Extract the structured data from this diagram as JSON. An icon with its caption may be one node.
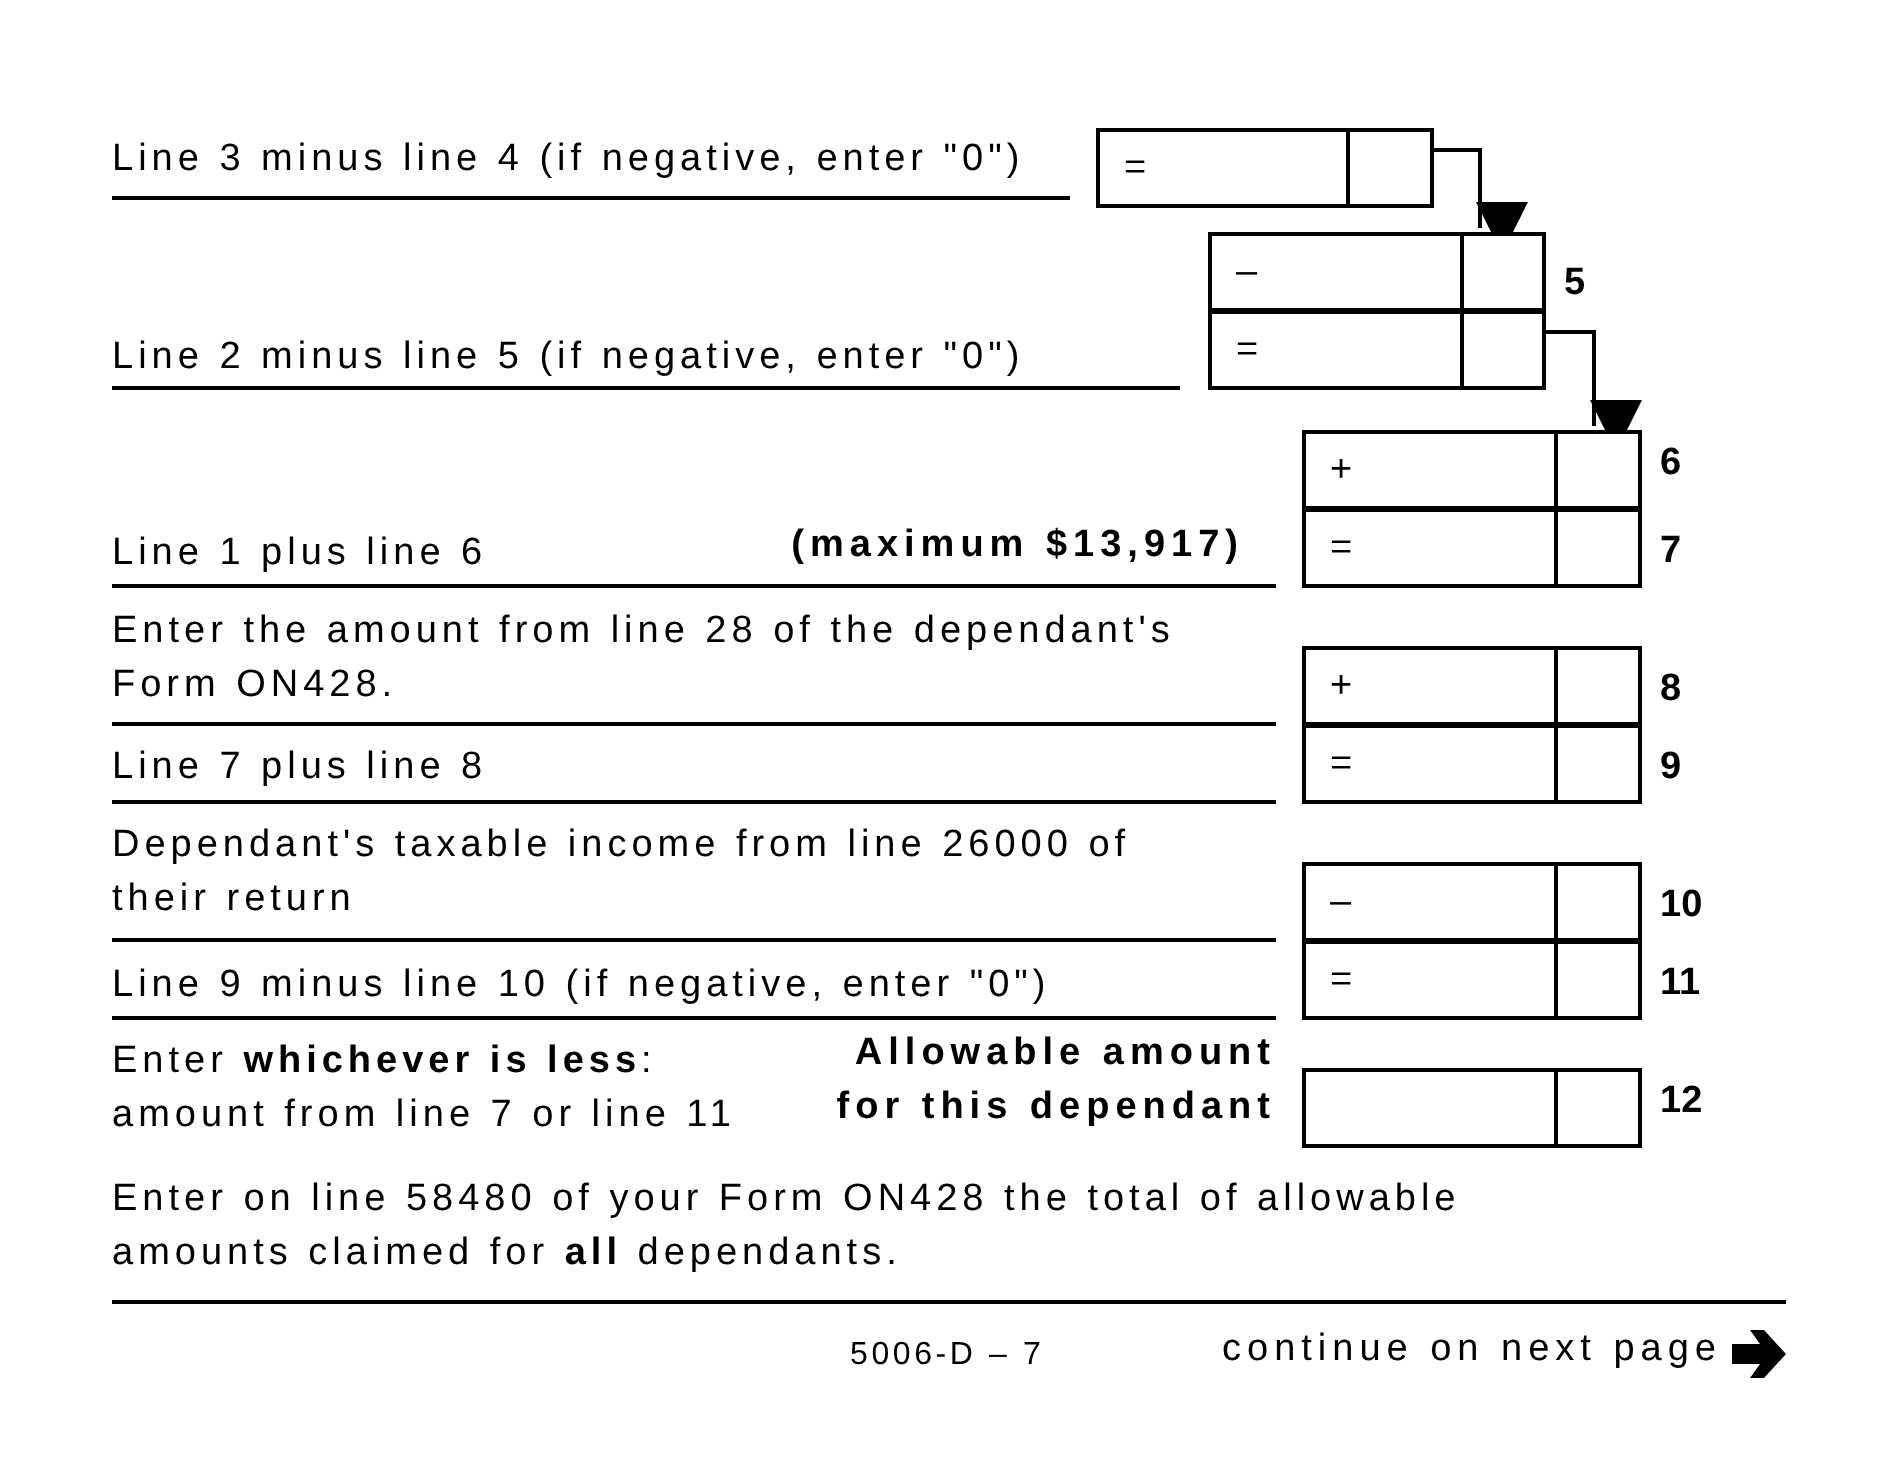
{
  "diagram": {
    "nodes": [
      {
        "text": [
          "="
        ]
      },
      {
        "text": [
          "–"
        ],
        "beside": [
          "5"
        ]
      },
      {
        "text": [
          "="
        ]
      },
      {
        "text": [
          "+"
        ],
        "beside": [
          "6"
        ]
      },
      {
        "text": [
          "="
        ],
        "beside": [
          "7"
        ]
      },
      {
        "text": [
          "+"
        ],
        "beside": [
          "8"
        ]
      },
      {
        "text": [
          "="
        ],
        "beside": [
          "9"
        ]
      },
      {
        "text": [
          "–"
        ],
        "beside": [
          "10"
        ]
      },
      {
        "text": [
          "="
        ],
        "beside": [
          "11"
        ]
      },
      {
        "text": [],
        "shape": "box",
        "beside": [
          "12"
        ]
      }
    ],
    "edges": [
      {
        "from": 0,
        "to": 1,
        "arrow": "to"
      },
      {
        "from": 2,
        "to": 3,
        "arrow": "to"
      }
    ],
    "labels": [
      "Line 3 minus line 4 (if negative, enter \"0\")",
      "Line 2 minus line 5 (if negative, enter \"0\")",
      "Line 1 plus line 6",
      "(maximum $13,917)",
      "Enter the amount from line 28 of the dependant's Form ON428.",
      "Line 7 plus line 8",
      "Dependant's taxable income from line 26000 of their return",
      "Line 9 minus line 10 (if negative, enter \"0\")",
      "Enter **whichever is less**: amount from line 7 or line 11",
      "Allowable amount for this dependant",
      "Enter on line 58480 of your Form ON428 the total of allowable amounts claimed for **all** dependants.",
      "5006-D – 7",
      "continue on next page"
    ]
  }
}
